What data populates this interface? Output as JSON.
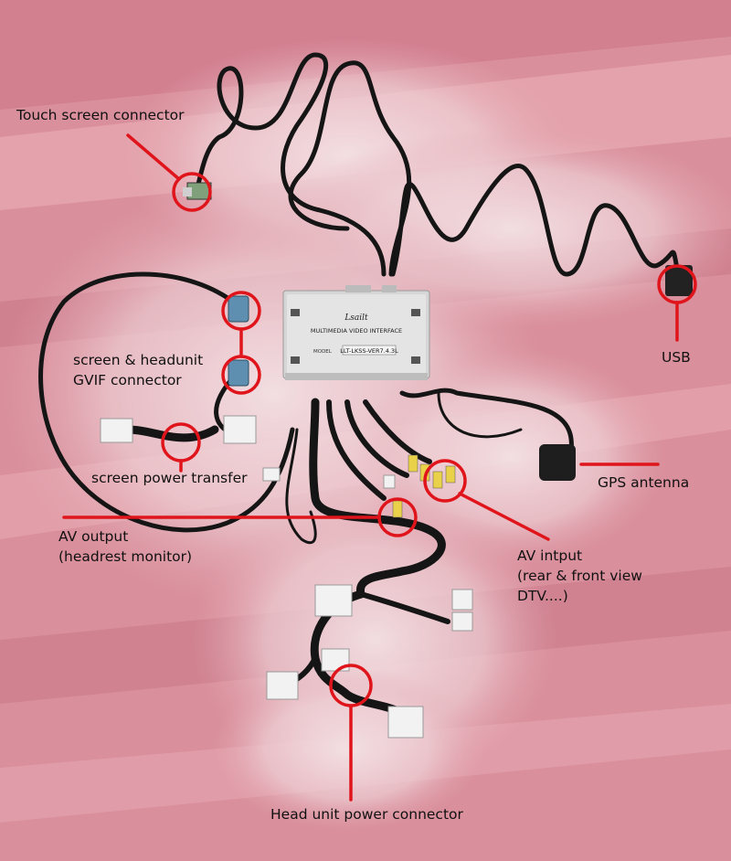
{
  "colors": {
    "background": "#d98f9c",
    "band_light": "#e8aab4",
    "band_dark": "#c97888",
    "glow": "#f3e2e5",
    "annotation_red": "#e0151b",
    "cable": "#151515",
    "module_body": "#d6d6d6"
  },
  "module": {
    "brand": "Lsailt",
    "title": "MULTIMEDIA VIDEO INTERFACE",
    "model_prefix": "MODEL",
    "model": "LLT-LKSS-VER7.4.3L"
  },
  "labels": {
    "touch_screen": "Touch screen connector",
    "gvif_line1": "screen & headunit",
    "gvif_line2": "GVIF connector",
    "screen_power": "screen power transfer",
    "av_output_line1": "AV output",
    "av_output_line2": "(headrest monitor)",
    "av_input_line1": "AV intput",
    "av_input_line2": "(rear & front view",
    "av_input_line3": "DTV....)",
    "usb": "USB",
    "gps": "GPS antenna",
    "head_unit_power": "Head unit power connector"
  }
}
